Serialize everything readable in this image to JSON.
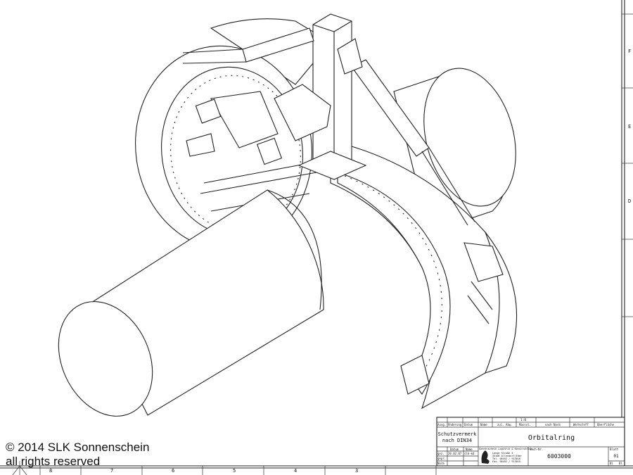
{
  "copyright": {
    "line1": "© 2014 SLK Sonnenschein",
    "line2": "all rights reserved"
  },
  "frame": {
    "column_labels": [
      "8",
      "7",
      "6",
      "5",
      "4",
      "3"
    ],
    "row_labels": [
      "F",
      "E",
      "D"
    ]
  },
  "title_block": {
    "scale": "1:8",
    "header_cols": [
      "Ausg.",
      "Änderung",
      "Datum",
      "Name",
      "zul. Abw.",
      "Massst.",
      "nach Norm",
      "Werkstoff",
      "Oberfläche"
    ],
    "protection_note": [
      "Schutzvermerk",
      "nach DIN34"
    ],
    "title": "Orbitalring",
    "sign_header": [
      "Datum",
      "Name"
    ],
    "sign_rows": [
      {
        "label": "gez.",
        "date": "20.02.07",
        "name": "slk-kd"
      },
      {
        "label": "gepr.",
        "date": "",
        "name": ""
      },
      {
        "label": "Norm",
        "date": "",
        "name": ""
      }
    ],
    "company": {
      "name": "Sonnenschein Logistik & Konstruktion",
      "street": "Lange Straße 4",
      "city": "35108 Allendorf/Eder",
      "tel": "Tel. 06452 / 913010",
      "fax": "Fax. 06452 / 913015"
    },
    "drawing_no_label": "Sach-Nr.",
    "drawing_no": "6003000",
    "sheet_label": "Blatt",
    "sheet": "01",
    "sheet_of": [
      "Bl",
      "Bl"
    ]
  }
}
